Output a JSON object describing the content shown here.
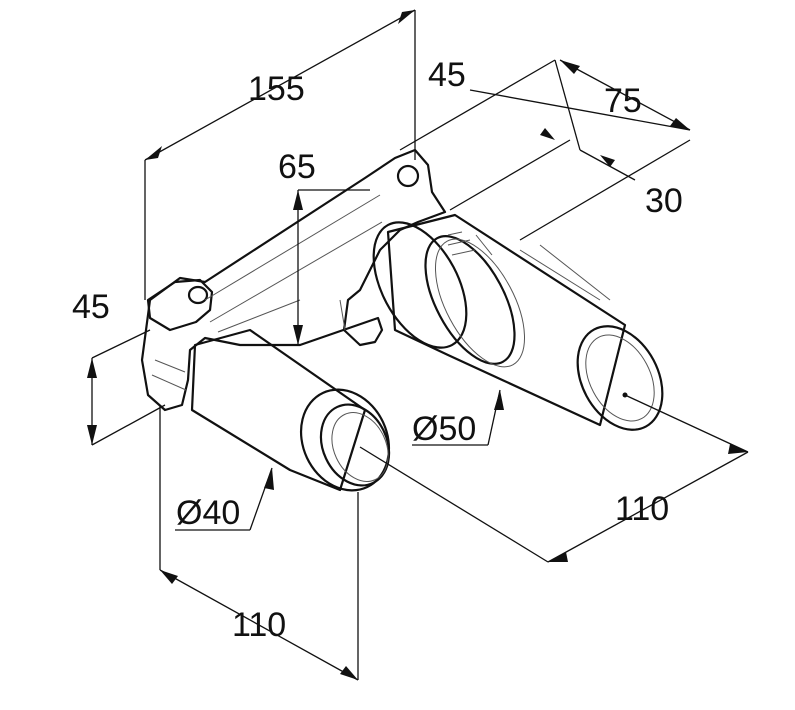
{
  "dimensions": {
    "overall_length": "155",
    "mount_height": "65",
    "left_height": "45",
    "top_offset": "45",
    "top_right": "75",
    "right_small": "30",
    "outlet_diameter_large": "Ø50",
    "outlet_diameter_small": "Ø40",
    "depth_right": "110",
    "depth_bottom": "110"
  },
  "colors": {
    "line": "#111111",
    "shade": "#d8d8d8",
    "background": "#ffffff"
  }
}
